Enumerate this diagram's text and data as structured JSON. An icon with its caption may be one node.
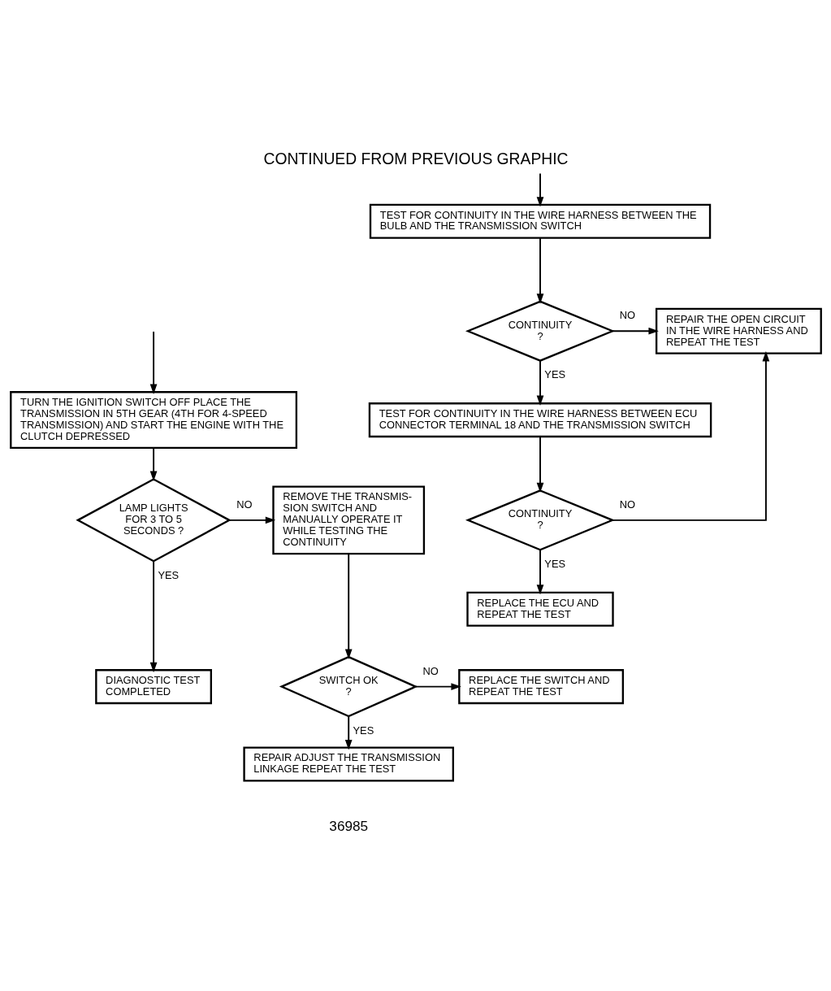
{
  "diagram": {
    "title": "CONTINUED FROM PREVIOUS GRAPHIC",
    "nodes": [
      {
        "text": [
          "TEST FOR CONTINUITY IN THE WIRE HARNESS BETWEEN THE BULB AND THE TRANSMISSION SWITCH"
        ]
      },
      {
        "text": [
          "TURN THE IGNITION SWITCH OFF PLACE THE TRANSMISSION IN 5TH GEAR (4TH FOR 4-SPEED TRANSMISSION) AND START THE ENGINE WITH THE CLUTCH DEPRESSED"
        ]
      },
      {
        "text": [
          "CONTINUITY ?"
        ]
      },
      {
        "text": [
          "REPAIR THE OPEN CIRCUIT IN THE WIRE HARNESS AND REPEAT THE TEST"
        ]
      },
      {
        "text": [
          "TEST FOR CONTINUITY IN THE WIRE HARNESS BETWEEN ECU CONNECTOR TERMINAL 18 AND THE TRANSMISSION SWITCH"
        ]
      },
      {
        "text": [
          "CONTINUITY ?"
        ]
      },
      {
        "text": [
          "LAMP LIGHTS FOR 3 TO 5 SECONDS ?"
        ]
      },
      {
        "text": [
          "REMOVE THE TRANSMIS- SION SWITCH AND MANUALLY OPERATE IT WHILE TESTING THE CONTINUITY"
        ]
      },
      {
        "text": [
          "REPLACE THE ECU AND REPEAT THE TEST"
        ]
      },
      {
        "text": [
          "DIAGNOSTIC TEST COMPLETED"
        ]
      },
      {
        "text": [
          "SWITCH OK ?"
        ]
      },
      {
        "text": [
          "REPLACE THE SWITCH AND REPEAT THE TEST"
        ]
      },
      {
        "text": [
          "REPAIR ADJUST THE TRANSMISSION LINKAGE REPEAT THE TEST"
        ]
      }
    ],
    "edges": [
      {
        "from": null,
        "to": 0,
        "arrow": "to"
      },
      {
        "from": null,
        "to": 1,
        "arrow": "to"
      },
      {
        "from": 0,
        "to": 2,
        "arrow": "to"
      },
      {
        "from": 2,
        "to": 3,
        "arrow": "to",
        "label": "NO"
      },
      {
        "from": 2,
        "to": 4,
        "arrow": "to",
        "label": "YES"
      },
      {
        "from": 4,
        "to": 5,
        "arrow": "to"
      },
      {
        "from": 5,
        "to": 3,
        "arrow": "to",
        "label": "NO"
      },
      {
        "from": 5,
        "to": 8,
        "arrow": "to",
        "label": "YES"
      },
      {
        "from": 1,
        "to": 6,
        "arrow": "to"
      },
      {
        "from": 6,
        "to": 7,
        "arrow": "to",
        "label": "NO"
      },
      {
        "from": 6,
        "to": 9,
        "arrow": "to",
        "label": "YES"
      },
      {
        "from": 7,
        "to": 10,
        "arrow": "to"
      },
      {
        "from": 10,
        "to": 11,
        "arrow": "to",
        "label": "NO"
      },
      {
        "from": 10,
        "to": 12,
        "arrow": "to",
        "label": "YES"
      }
    ],
    "labels": [
      "36985"
    ]
  }
}
